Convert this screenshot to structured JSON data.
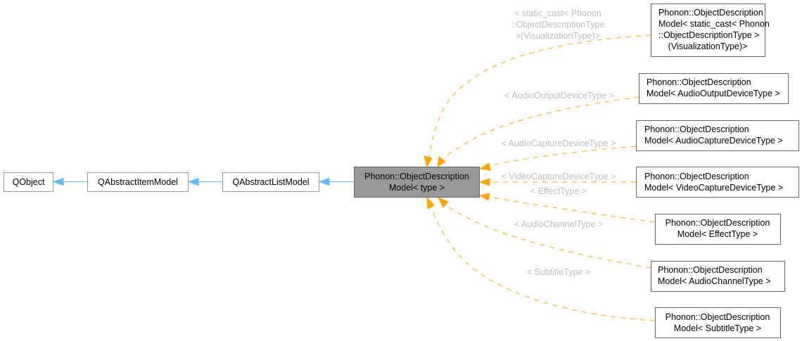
{
  "diagram": {
    "type": "inheritance-graph",
    "colors": {
      "inheritance_edge": "#63b8ff",
      "template_edge": "#ffa500",
      "edge_label": "#bdbdbd",
      "center_fill": "#999999",
      "node_border": "#999999",
      "dark_border": "#666666"
    },
    "base_chain": [
      {
        "id": "qobject",
        "lines": [
          "QObject"
        ]
      },
      {
        "id": "qabstractitemmodel",
        "lines": [
          "QAbstractItemModel"
        ]
      },
      {
        "id": "qabstractlistmodel",
        "lines": [
          "QAbstractListModel"
        ]
      }
    ],
    "center": {
      "id": "objectdescriptionmodel",
      "lines": [
        "Phonon::ObjectDescription",
        "Model< type >"
      ]
    },
    "instantiations": [
      {
        "id": "visualization",
        "lines": [
          "Phonon::ObjectDescription",
          "Model< static_cast< Phonon",
          "::ObjectDescriptionType >",
          "(VisualizationType)>"
        ],
        "edge_label": [
          "< static_cast< Phonon",
          "::ObjectDescriptionType",
          ">(VisualizationType)>"
        ]
      },
      {
        "id": "audiooutput",
        "lines": [
          "Phonon::ObjectDescription",
          "Model< AudioOutputDeviceType >"
        ],
        "edge_label": [
          "< AudioOutputDeviceType >"
        ]
      },
      {
        "id": "audiocapture",
        "lines": [
          "Phonon::ObjectDescription",
          "Model< AudioCaptureDeviceType >"
        ],
        "edge_label": [
          "< AudioCaptureDeviceType >"
        ]
      },
      {
        "id": "videocapture",
        "lines": [
          "Phonon::ObjectDescription",
          "Model< VideoCaptureDeviceType >"
        ],
        "edge_label": [
          "< VideoCaptureDeviceType >"
        ]
      },
      {
        "id": "effect",
        "lines": [
          "Phonon::ObjectDescription",
          "Model< EffectType >"
        ],
        "edge_label": [
          "< EffectType >"
        ]
      },
      {
        "id": "audiochannel",
        "lines": [
          "Phonon::ObjectDescription",
          "Model< AudioChannelType >"
        ],
        "edge_label": [
          "< AudioChannelType >"
        ]
      },
      {
        "id": "subtitle",
        "lines": [
          "Phonon::ObjectDescription",
          "Model< SubtitleType >"
        ],
        "edge_label": [
          "< SubtitleType >"
        ]
      }
    ]
  }
}
